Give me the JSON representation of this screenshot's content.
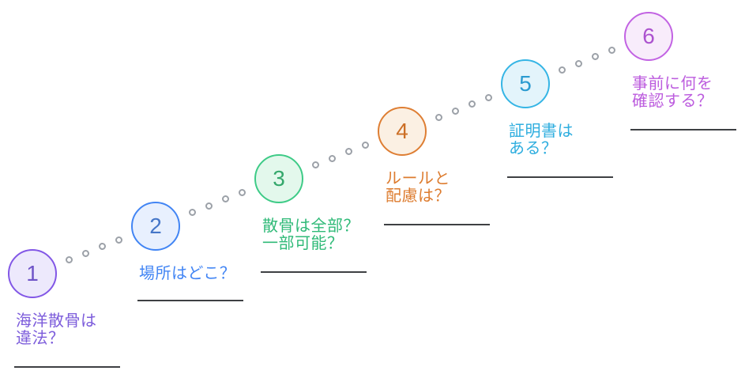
{
  "diagram": {
    "type": "staircase-steps",
    "background": "#FFFFFF",
    "underline_color": "#3E4043",
    "connector_dot_color": "#9CA1A8",
    "steps": [
      {
        "number": "1",
        "label": "海洋散骨は\n違法？",
        "stroke": "#8257E6",
        "fill": "#EDE9FC",
        "text_color": "#7C5CDB",
        "number_color": "#6F54C8"
      },
      {
        "number": "2",
        "label": "場所はどこ？",
        "stroke": "#4285F4",
        "fill": "#E8F0FE",
        "text_color": "#4285F4",
        "number_color": "#4576C8"
      },
      {
        "number": "3",
        "label": "散骨は全部？\n一部可能？",
        "stroke": "#3ECB87",
        "fill": "#E3F8EC",
        "text_color": "#30BA78",
        "number_color": "#35A86C"
      },
      {
        "number": "4",
        "label": "ルールと\n配慮は？",
        "stroke": "#DE7E33",
        "fill": "#FBF0E3",
        "text_color": "#DD7C2F",
        "number_color": "#CC6F26"
      },
      {
        "number": "5",
        "label": "証明書は\nある？",
        "stroke": "#35B5E5",
        "fill": "#E3F4FB",
        "text_color": "#2FAEDF",
        "number_color": "#2B9BD0"
      },
      {
        "number": "6",
        "label": "事前に何を\n確認する？",
        "stroke": "#C263E3",
        "fill": "#F8ECFB",
        "text_color": "#BC5CDE",
        "number_color": "#AC53CF"
      }
    ]
  }
}
